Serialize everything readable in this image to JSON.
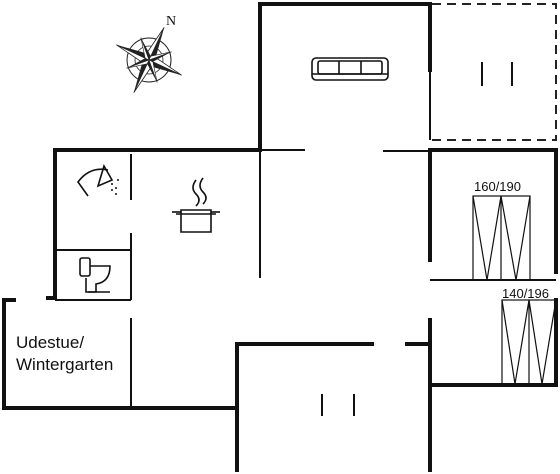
{
  "compass": {
    "north_label": "N",
    "icon": "compass-rose-icon"
  },
  "rooms": {
    "sunroom": {
      "line1": "Udestue/",
      "line2": "Wintergarten"
    }
  },
  "beds": [
    {
      "label": "160/190",
      "icon": "double-bed-icon"
    },
    {
      "label": "140/196",
      "icon": "double-bed-icon"
    }
  ],
  "icons": [
    "sofa-icon",
    "shower-icon",
    "cooking-pot-icon",
    "toilet-icon",
    "door-icon"
  ]
}
